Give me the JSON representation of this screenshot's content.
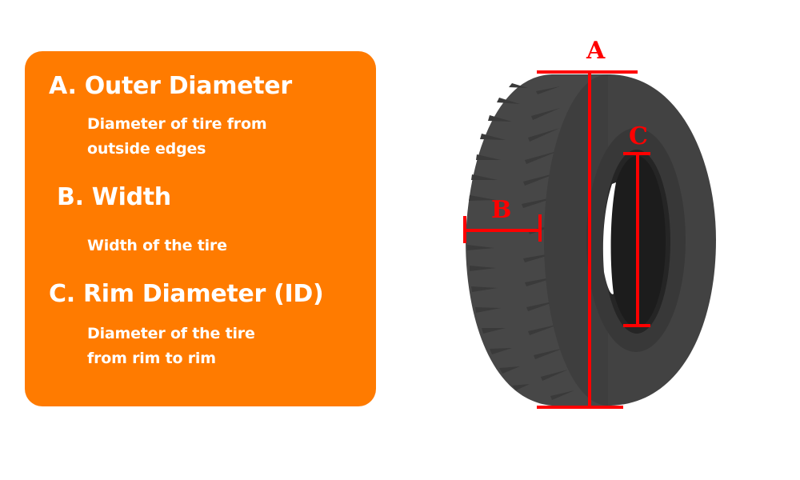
{
  "panel": {
    "background": "#ff7b00",
    "items": [
      {
        "heading": "A. Outer Diameter",
        "desc_lines": [
          "Diameter of tire from",
          "outside edges"
        ]
      },
      {
        "heading": "B. Width",
        "desc_lines": [
          "Width of the tire"
        ]
      },
      {
        "heading": "C. Rim Diameter (ID)",
        "desc_lines": [
          "Diameter of the tire",
          "from rim to rim"
        ]
      }
    ]
  },
  "diagram": {
    "subject": "tire",
    "marker_color": "#ff0000",
    "labels": {
      "a": "A",
      "b": "B",
      "c": "C"
    }
  }
}
